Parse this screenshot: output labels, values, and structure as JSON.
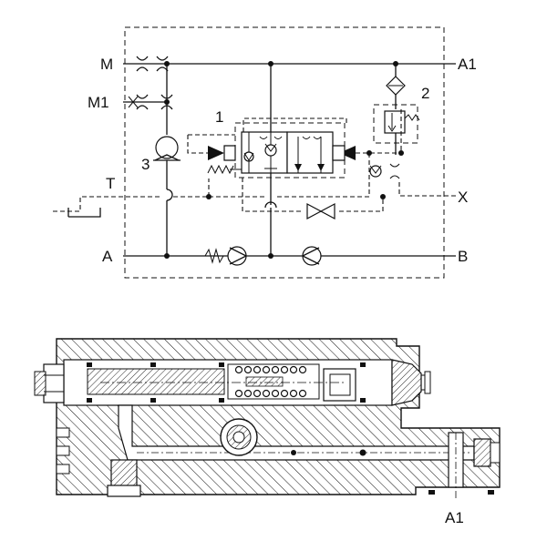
{
  "schematic": {
    "ports": {
      "m": "M",
      "m1": "M1",
      "a1": "A1",
      "t": "T",
      "x": "X",
      "a": "A",
      "b": "B"
    },
    "components": {
      "c1": "1",
      "c2": "2",
      "c3": "3"
    }
  },
  "section": {
    "port_a1": "A1"
  }
}
